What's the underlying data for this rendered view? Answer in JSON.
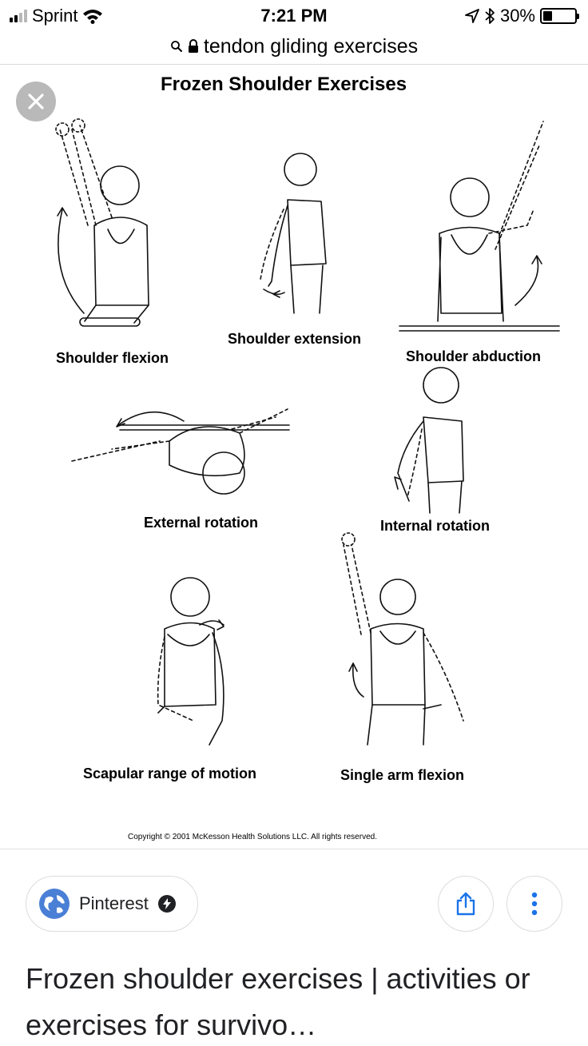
{
  "status_bar": {
    "carrier": "Sprint",
    "time": "7:21 PM",
    "battery_percent_label": "30%",
    "battery_level": 0.3,
    "icons": [
      "signal-icon",
      "wifi-icon",
      "location-arrow-icon",
      "bluetooth-icon",
      "battery-icon"
    ]
  },
  "url_bar": {
    "query": "tendon gliding exercises",
    "icons": [
      "search-icon",
      "lock-icon"
    ]
  },
  "image": {
    "title": "Frozen Shoulder Exercises",
    "captions": {
      "shoulder_flexion": "Shoulder flexion",
      "shoulder_extension": "Shoulder extension",
      "shoulder_abduction": "Shoulder abduction",
      "external_rotation": "External rotation",
      "internal_rotation": "Internal rotation",
      "scapular_range": "Scapular range of motion",
      "single_arm_flexion": "Single arm flexion"
    },
    "copyright": "Copyright © 2001 McKesson Health Solutions LLC.  All rights reserved."
  },
  "source": {
    "name": "Pinterest"
  },
  "result": {
    "title": "Frozen shoulder exercises | activities or exercises for survivo…"
  },
  "colors": {
    "link_blue": "#1a73e8",
    "globe_blue": "#4a7fd6",
    "close_grey": "#b9b9b9",
    "border_grey": "#dadce0"
  }
}
